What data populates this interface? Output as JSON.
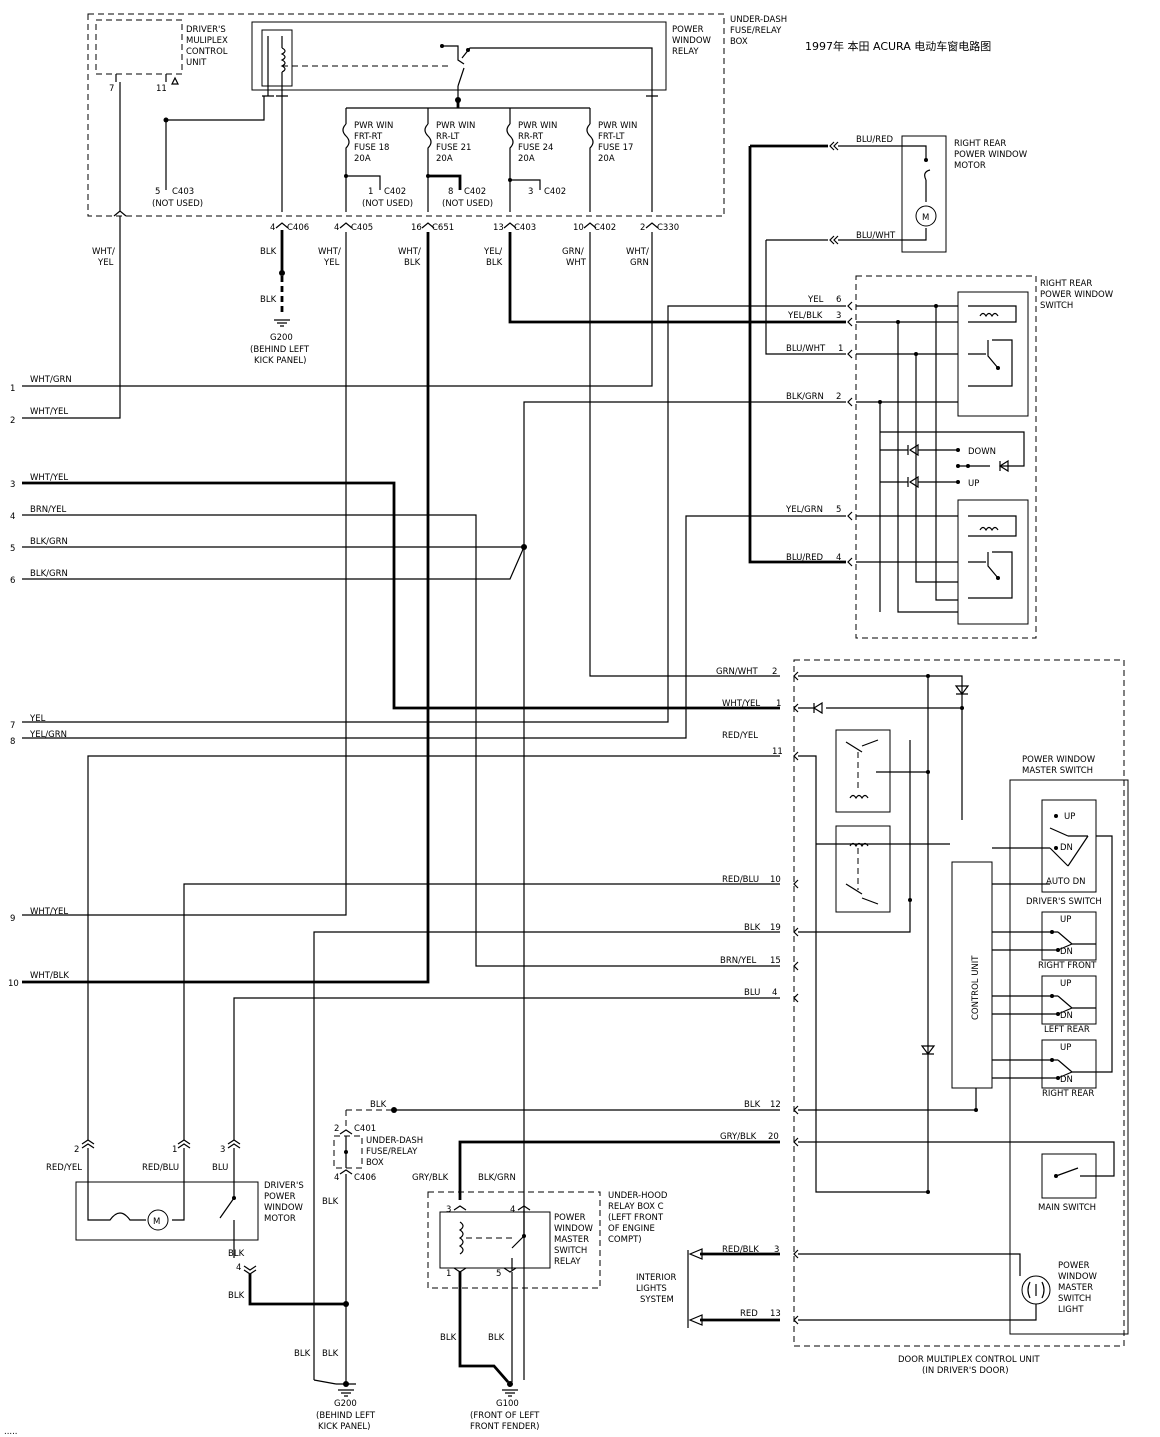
{
  "title": "1997年 本田 ACURA 电动车窗电路图",
  "underdash_box": {
    "label": [
      "UNDER-DASH",
      "FUSE/RELAY",
      "BOX"
    ],
    "mpcu": [
      "DRIVER'S",
      "MULIPLEX",
      "CONTROL",
      "UNIT"
    ],
    "mpcu_pins": [
      "7",
      "11"
    ],
    "relay": [
      "POWER",
      "WINDOW",
      "RELAY"
    ],
    "fuses": [
      {
        "lines": [
          "PWR WIN",
          "FRT-RT",
          "FUSE 18",
          "20A"
        ],
        "tap": "1",
        "conn": "C402",
        "note": "(NOT USED)"
      },
      {
        "lines": [
          "PWR WIN",
          "RR-LT",
          "FUSE 21",
          "20A"
        ],
        "tap": "8",
        "conn": "C402",
        "note": "(NOT USED)"
      },
      {
        "lines": [
          "PWR WIN",
          "RR-RT",
          "FUSE 24",
          "20A"
        ],
        "tap": "3",
        "conn": "C402",
        "note": ""
      },
      {
        "lines": [
          "PWR WIN",
          "FRT-LT",
          "FUSE 17",
          "20A"
        ],
        "tap": "",
        "conn": "",
        "note": ""
      }
    ],
    "c403_tap": {
      "pin": "5",
      "conn": "C403",
      "note": "(NOT USED)"
    },
    "bottom_pins": [
      {
        "pin": "4",
        "conn": "C406"
      },
      {
        "pin": "4",
        "conn": "C405"
      },
      {
        "pin": "16",
        "conn": "C651"
      },
      {
        "pin": "13",
        "conn": "C403"
      },
      {
        "pin": "10",
        "conn": "C402"
      },
      {
        "pin": "2",
        "conn": "C330"
      }
    ]
  },
  "top_wires": [
    "WHT/\nYEL",
    "BLK",
    "WHT/\nYEL",
    "WHT/\nBLK",
    "YEL/\nBLK",
    "GRN/\nWHT",
    "WHT/\nGRN"
  ],
  "g200_top": {
    "wire": "BLK",
    "name": "G200",
    "desc": [
      "(BEHIND LEFT",
      "KICK PANEL)"
    ]
  },
  "left_terminals": [
    {
      "n": "1",
      "wire": "WHT/GRN"
    },
    {
      "n": "2",
      "wire": "WHT/YEL"
    },
    {
      "n": "3",
      "wire": "WHT/YEL"
    },
    {
      "n": "4",
      "wire": "BRN/YEL"
    },
    {
      "n": "5",
      "wire": "BLK/GRN"
    },
    {
      "n": "6",
      "wire": "BLK/GRN"
    },
    {
      "n": "7",
      "wire": "YEL"
    },
    {
      "n": "8",
      "wire": "YEL/GRN"
    },
    {
      "n": "9",
      "wire": "WHT/YEL"
    },
    {
      "n": "10",
      "wire": "WHT/BLK"
    }
  ],
  "rr_motor": {
    "label": [
      "RIGHT REAR",
      "POWER WINDOW",
      "MOTOR"
    ],
    "wire1": "BLU/RED",
    "wire2": "BLU/WHT",
    "motor": "M"
  },
  "rr_switch": {
    "label": [
      "RIGHT REAR",
      "POWER WINDOW",
      "SWITCH"
    ],
    "pins": [
      {
        "pin": "6",
        "wire": "YEL"
      },
      {
        "pin": "3",
        "wire": "YEL/BLK"
      },
      {
        "pin": "1",
        "wire": "BLU/WHT"
      },
      {
        "pin": "2",
        "wire": "BLK/GRN"
      },
      {
        "pin": "5",
        "wire": "YEL/GRN"
      },
      {
        "pin": "4",
        "wire": "BLU/RED"
      }
    ],
    "down": "DOWN",
    "up": "UP"
  },
  "door_unit": {
    "label": [
      "DOOR MULTIPLEX CONTROL UNIT",
      "(IN DRIVER'S DOOR)"
    ],
    "pins": [
      {
        "pin": "2",
        "wire": "GRN/WHT"
      },
      {
        "pin": "1",
        "wire": "WHT/YEL"
      },
      {
        "pin": "",
        "wire": "RED/YEL"
      },
      {
        "pin": "11",
        "wire": ""
      },
      {
        "pin": "10",
        "wire": "RED/BLU"
      },
      {
        "pin": "19",
        "wire": "BLK"
      },
      {
        "pin": "15",
        "wire": "BRN/YEL"
      },
      {
        "pin": "4",
        "wire": "BLU"
      },
      {
        "pin": "12",
        "wire": "BLK"
      },
      {
        "pin": "20",
        "wire": "GRY/BLK"
      },
      {
        "pin": "3",
        "wire": "RED/BLK"
      },
      {
        "pin": "13",
        "wire": "RED"
      }
    ],
    "control_unit": "CONTROL UNIT",
    "master_label": [
      "POWER WINDOW",
      "MASTER SWITCH"
    ],
    "switches": [
      {
        "name": "DRIVER'S SWITCH",
        "up": "UP",
        "dn": "DN",
        "auto": "AUTO DN"
      },
      {
        "name": "RIGHT FRONT",
        "up": "UP",
        "dn": "DN"
      },
      {
        "name": "LEFT REAR",
        "up": "UP",
        "dn": "DN"
      },
      {
        "name": "RIGHT REAR",
        "up": "UP",
        "dn": "DN"
      }
    ],
    "main_switch": "MAIN SWITCH",
    "light": [
      "POWER",
      "WINDOW",
      "MASTER",
      "SWITCH",
      "LIGHT"
    ]
  },
  "interior_lights": [
    "INTERIOR",
    "LIGHTS",
    "SYSTEM"
  ],
  "driver_motor": {
    "label": [
      "DRIVER'S",
      "POWER",
      "WINDOW",
      "MOTOR"
    ],
    "pins": [
      {
        "pin": "2",
        "wire": "RED/YEL"
      },
      {
        "pin": "1",
        "wire": "RED/BLU"
      },
      {
        "pin": "3",
        "wire": "BLU"
      }
    ],
    "motor": "M",
    "blk_pin": "4",
    "blk1": "BLK",
    "blk2": "BLK"
  },
  "c401": {
    "wire": "BLK",
    "pin_top": "2",
    "conn_top": "C401",
    "box": [
      "UNDER-DASH",
      "FUSE/RELAY",
      "BOX"
    ],
    "pin_bot": "4",
    "conn_bot": "C406",
    "wire2": "BLK"
  },
  "underhood": {
    "label": [
      "UNDER-HOOD",
      "RELAY BOX C",
      "(LEFT FRONT",
      "OF ENGINE",
      "COMPT)"
    ],
    "relay": [
      "POWER",
      "WINDOW",
      "MASTER",
      "SWITCH",
      "RELAY"
    ],
    "wires": [
      "GRY/BLK",
      "BLK/GRN"
    ],
    "pins": [
      "3",
      "4",
      "1",
      "5"
    ]
  },
  "g200_bottom": {
    "wires": [
      "BLK",
      "BLK"
    ],
    "name": "G200",
    "desc": [
      "(BEHIND LEFT",
      "KICK PANEL)"
    ]
  },
  "g100": {
    "wires": [
      "BLK",
      "BLK"
    ],
    "name": "G100",
    "desc": [
      "(FRONT OF LEFT",
      "FRONT FENDER)"
    ]
  },
  "footer": "....."
}
